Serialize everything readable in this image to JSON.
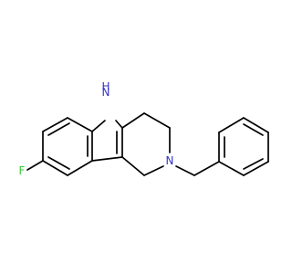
{
  "molecule": {
    "atoms": {
      "nh": {
        "symbol": "N",
        "h": "H"
      },
      "n_benzyl": {
        "symbol": "N"
      },
      "fluorine": {
        "symbol": "F"
      }
    }
  },
  "colors": {
    "bond": "#000000",
    "nitrogen": "#3333cc",
    "fluorine": "#33cc33",
    "background": "#ffffff"
  }
}
